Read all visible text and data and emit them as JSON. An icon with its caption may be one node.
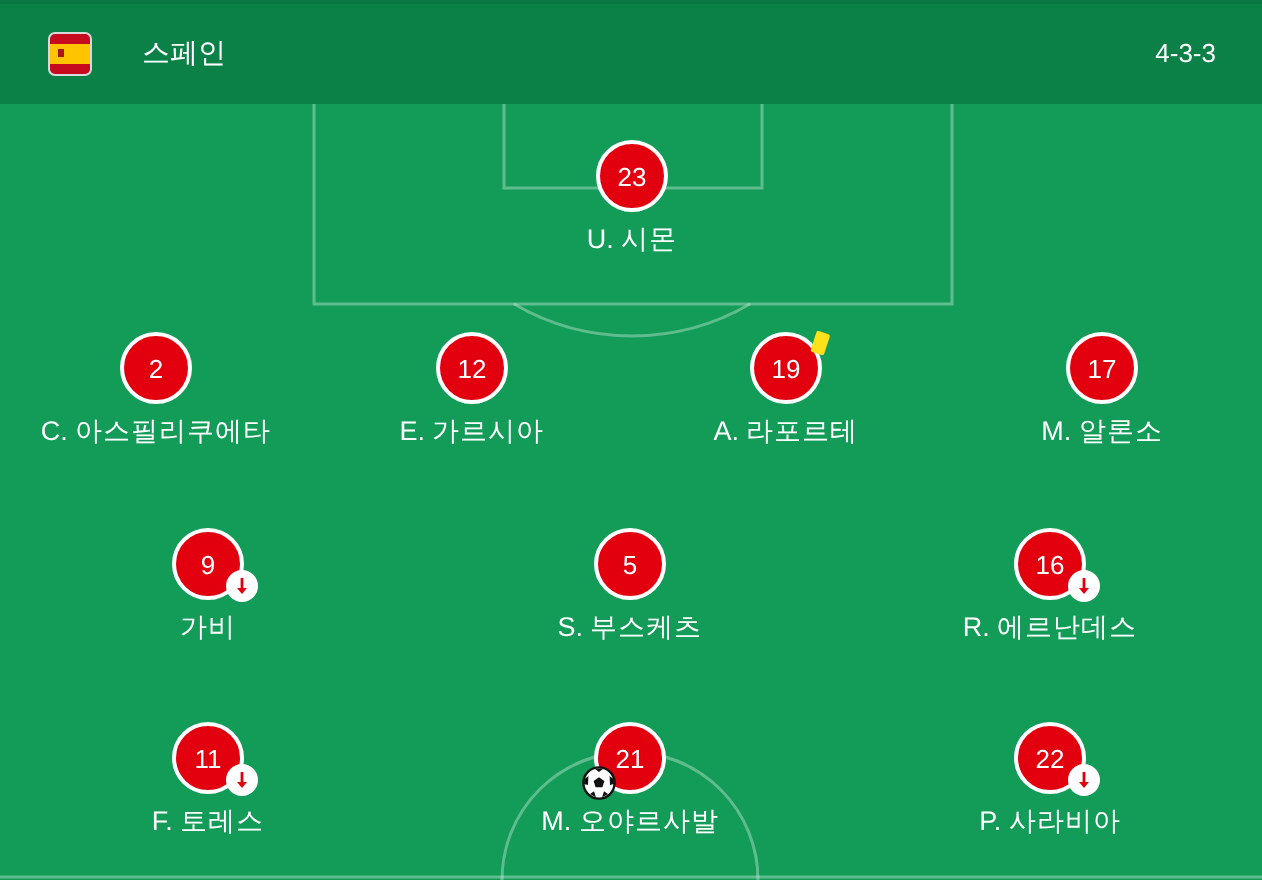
{
  "diagram": {
    "title": "스페인",
    "nodes": [
      {
        "text": [
          "23",
          "U. 시몬"
        ]
      },
      {
        "text": [
          "2",
          "C. 아스필리쿠에타"
        ]
      },
      {
        "text": [
          "12",
          "E. 가르시아"
        ]
      },
      {
        "text": [
          "19",
          "A. 라포르테"
        ]
      },
      {
        "text": [
          "17",
          "M. 알론소"
        ]
      },
      {
        "text": [
          "9",
          "가비"
        ]
      },
      {
        "text": [
          "5",
          "S. 부스케츠"
        ]
      },
      {
        "text": [
          "16",
          "R. 에르난데스"
        ]
      },
      {
        "text": [
          "11",
          "F. 토레스"
        ]
      },
      {
        "text": [
          "21",
          "M. 오야르사발"
        ]
      },
      {
        "text": [
          "22",
          "P. 사라비아"
        ]
      }
    ],
    "labels": [
      "4-3-3"
    ]
  }
}
